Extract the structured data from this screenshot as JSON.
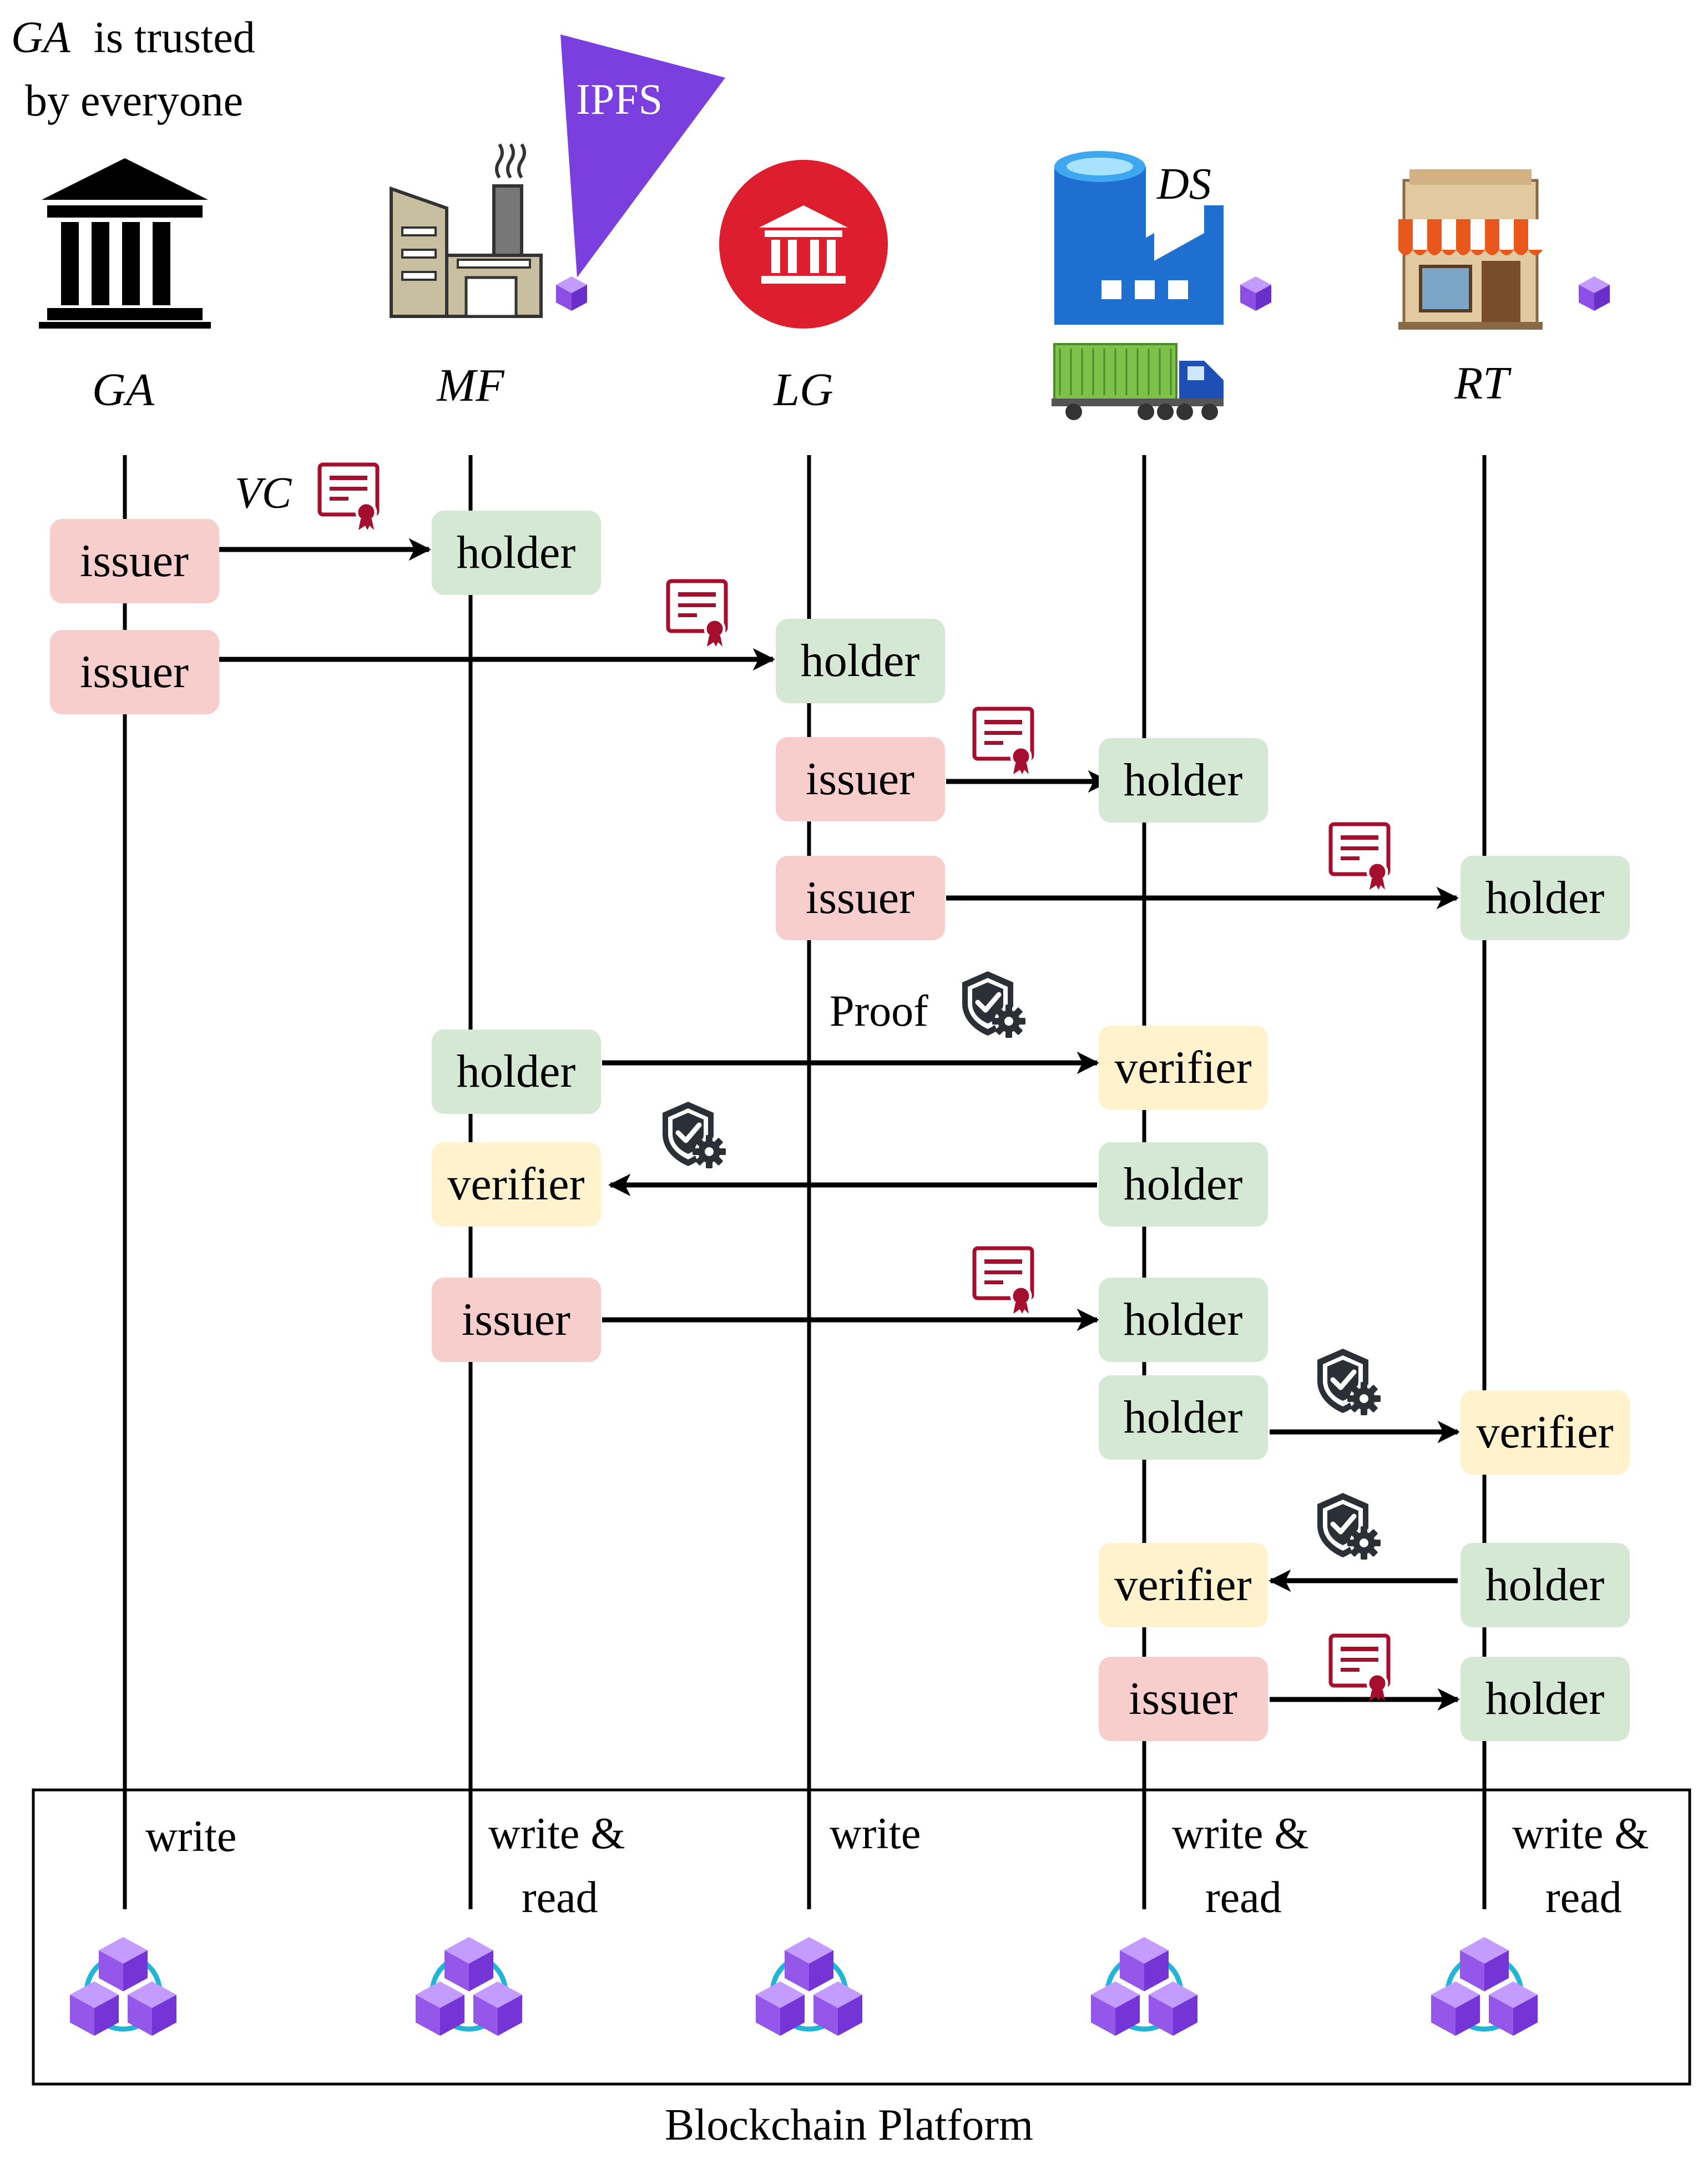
{
  "header_note": {
    "actor": "GA",
    "line1_rest": "is trusted",
    "line2": "by everyone"
  },
  "ipfs_label": "IPFS",
  "ds_label": "DS",
  "actors": [
    {
      "id": "GA",
      "label": "GA"
    },
    {
      "id": "MF",
      "label": "MF"
    },
    {
      "id": "LG",
      "label": "LG"
    },
    {
      "id": "DS",
      "label": "DS"
    },
    {
      "id": "RT",
      "label": "RT"
    }
  ],
  "arrow_labels": {
    "vc": "VC",
    "proof": "Proof"
  },
  "roles": {
    "issuer": "issuer",
    "holder": "holder",
    "verifier": "verifier"
  },
  "interactions": [
    {
      "from": "GA",
      "from_role": "issuer",
      "to": "MF",
      "to_role": "holder",
      "kind": "credential"
    },
    {
      "from": "GA",
      "from_role": "issuer",
      "to": "LG",
      "to_role": "holder",
      "kind": "credential"
    },
    {
      "from": "LG",
      "from_role": "issuer",
      "to": "DS",
      "to_role": "holder",
      "kind": "credential"
    },
    {
      "from": "LG",
      "from_role": "issuer",
      "to": "RT",
      "to_role": "holder",
      "kind": "credential"
    },
    {
      "from": "MF",
      "from_role": "holder",
      "to": "DS",
      "to_role": "verifier",
      "kind": "proof"
    },
    {
      "from": "DS",
      "from_role": "holder",
      "to": "MF",
      "to_role": "verifier",
      "kind": "proof"
    },
    {
      "from": "MF",
      "from_role": "issuer",
      "to": "DS",
      "to_role": "holder",
      "kind": "credential"
    },
    {
      "from": "DS",
      "from_role": "holder",
      "to": "RT",
      "to_role": "verifier",
      "kind": "proof"
    },
    {
      "from": "RT",
      "from_role": "holder",
      "to": "DS",
      "to_role": "verifier",
      "kind": "proof"
    },
    {
      "from": "DS",
      "from_role": "issuer",
      "to": "RT",
      "to_role": "holder",
      "kind": "credential"
    }
  ],
  "blockchain": {
    "title": "Blockchain Platform",
    "access": [
      {
        "actor": "GA",
        "lines": [
          "write"
        ]
      },
      {
        "actor": "MF",
        "lines": [
          "write &",
          "read"
        ]
      },
      {
        "actor": "LG",
        "lines": [
          "write"
        ]
      },
      {
        "actor": "DS",
        "lines": [
          "write &",
          "read"
        ]
      },
      {
        "actor": "RT",
        "lines": [
          "write &",
          "read"
        ]
      }
    ]
  },
  "colors": {
    "issuer": "#f8cecc",
    "holder": "#d5e8d4",
    "verifier": "#fff2cc",
    "certificate": "#a50e2d",
    "ipfs": "#7b3fe0",
    "cube": "#9b59e8",
    "lg_circle": "#dc1e2e",
    "ds_blue": "#1e6fd0",
    "link": "#22b5d8"
  }
}
